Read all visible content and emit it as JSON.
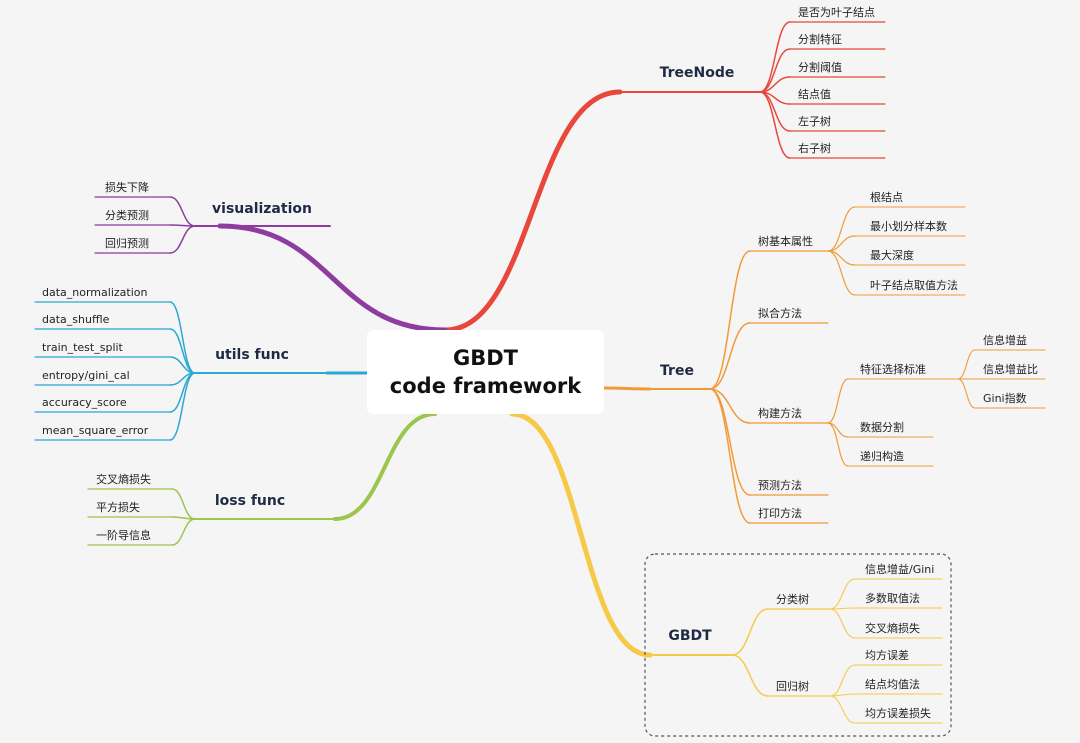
{
  "root": {
    "line1": "GBDT",
    "line2": "code framework"
  },
  "colors": {
    "treenode": "#e8473c",
    "tree": "#f29a38",
    "gbdt": "#f7c948",
    "visualization": "#8e3ca0",
    "utils": "#2aa8d3",
    "loss": "#9dc44d"
  },
  "branches": {
    "treenode": {
      "label": "TreeNode",
      "children": [
        "是否为叶子结点",
        "分割特征",
        "分割阈值",
        "结点值",
        "左子树",
        "右子树"
      ]
    },
    "tree": {
      "label": "Tree",
      "groups": [
        {
          "label": "树基本属性",
          "children": [
            "根结点",
            "最小划分样本数",
            "最大深度",
            "叶子结点取值方法"
          ]
        },
        {
          "label": "拟合方法",
          "children": []
        },
        {
          "label": "构建方法",
          "children": [
            "数据分割",
            "递归构造"
          ],
          "sub": {
            "label": "特征选择标准",
            "children": [
              "信息增益",
              "信息增益比",
              "Gini指数"
            ]
          }
        },
        {
          "label": "预测方法",
          "children": []
        },
        {
          "label": "打印方法",
          "children": []
        }
      ]
    },
    "gbdt": {
      "label": "GBDT",
      "groups": [
        {
          "label": "分类树",
          "children": [
            "信息增益/Gini",
            "多数取值法",
            "交叉熵损失"
          ]
        },
        {
          "label": "回归树",
          "children": [
            "均方误差",
            "结点均值法",
            "均方误差损失"
          ]
        }
      ]
    },
    "visualization": {
      "label": "visualization",
      "children": [
        "损失下降",
        "分类预测",
        "回归预测"
      ]
    },
    "utils": {
      "label": "utils func",
      "children": [
        "data_normalization",
        "data_shuffle",
        "train_test_split",
        "entropy/gini_cal",
        "accuracy_score",
        "mean_square_error"
      ]
    },
    "loss": {
      "label": "loss func",
      "children": [
        "交叉熵损失",
        "平方损失",
        "一阶导信息"
      ]
    }
  }
}
